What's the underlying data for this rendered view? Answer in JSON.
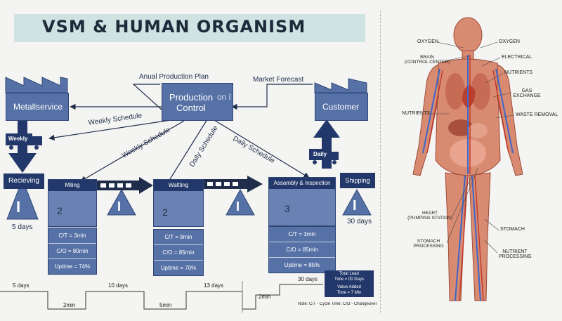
{
  "title": "VSM & HUMAN ORGANISM",
  "diagram": {
    "supplier": "Metallservice",
    "control": "Production Control",
    "control_ghost": "on l",
    "customer": "Customer",
    "plan_label": "Anual Production Plan",
    "forecast_label": "Market Forecast",
    "weekly_schedule_1": "Weekly Schedule",
    "weekly_schedule_2": "Weekly Schedule",
    "daily_schedule_1": "Daily Schedule",
    "daily_schedule_2": "Daily Schedule",
    "truck_weekly": "Weekly",
    "truck_daily": "Daily",
    "receiving": "Recieving",
    "receiving_days": "5 days",
    "shipping": "Shipping",
    "shipping_days": "30 days",
    "inventory_symbol": "I",
    "processes": [
      {
        "name": "Miling",
        "operators": "2",
        "ct": "C/T = 3min",
        "co": "C/O = 80min",
        "uptime": "Uptime = 74%"
      },
      {
        "name": "Waltting",
        "operators": "2",
        "ct": "C/T = 8min",
        "co": "C/O = 85min",
        "uptime": "Uptime = 70%"
      },
      {
        "name": "Assambly & Inspection",
        "operators": "3",
        "ct": "C/T = 3min",
        "co": "C/O = 85min",
        "uptime": "Uptime = 85%"
      }
    ],
    "timeline": {
      "days": [
        "5 days",
        "10 days",
        "13 days",
        "30 days"
      ],
      "mins": [
        "2min",
        "5min",
        "2min"
      ],
      "total_lead": "Total Lead\nTime = 00 Days",
      "value_added": "Value Added\nTime = 7 Min",
      "note": "Note: C/T - Cycle Time; C/O - Changeover; Tr"
    }
  },
  "anatomy": {
    "left_labels": [
      "BRAIN\n(CONTROL CENTER)",
      "NUTRIENTS",
      "HEART\n(PUMPING STATION)",
      "STOMACH\nPROCESSING"
    ],
    "right_labels": [
      "OXYGEN",
      "ELECTRICAL",
      "NUTRIENTS",
      "GAS\nEXCHANGE",
      "WASTE REMOVAL",
      "STOMACH",
      "NUTRIENT\nPROCESSING"
    ],
    "top_left": "OXYGEN"
  },
  "colors": {
    "box": "#5671a6",
    "dark": "#23386a",
    "band": "#cfe3e2",
    "skin": "#d98b72",
    "vein": "#3d67c8"
  }
}
